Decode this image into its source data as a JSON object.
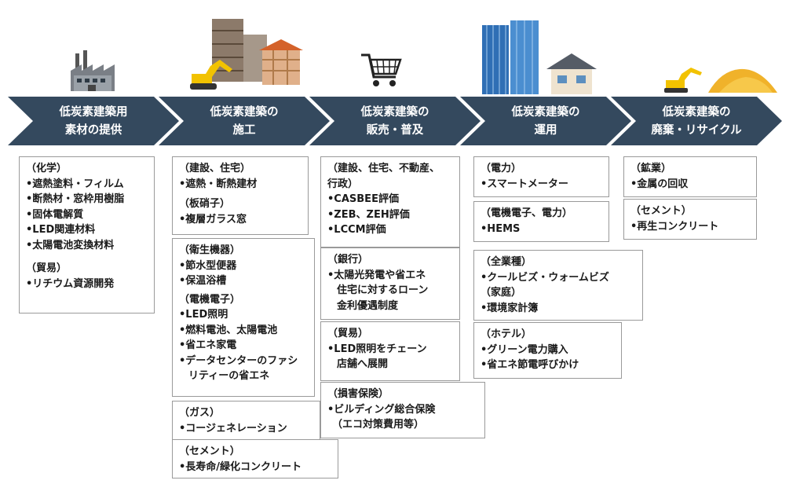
{
  "colors": {
    "arrow_fill": "#34495e",
    "arrow_text": "#ffffff",
    "box_border": "#9a9a9a"
  },
  "icons": [
    "factory-icon",
    "construction-site-icon",
    "shopping-cart-icon",
    "office-buildings-icon",
    "demolition-recycling-icon"
  ],
  "stages": [
    {
      "line1": "低炭素建築用",
      "line2": "素材の提供"
    },
    {
      "line1": "低炭素建築の",
      "line2": "施工"
    },
    {
      "line1": "低炭素建築の",
      "line2": "販売・普及"
    },
    {
      "line1": "低炭素建築の",
      "line2": "運用"
    },
    {
      "line1": "低炭素建築の",
      "line2": "廃棄・リサイクル"
    }
  ],
  "col1": {
    "b1": {
      "h1": "（化学）",
      "items1": [
        "•遮熱塗料・フィルム",
        "•断熱材・窓枠用樹脂",
        "•固体電解質",
        "•LED関連材料",
        "•太陽電池変換材料"
      ],
      "h2": "（貿易）",
      "items2": [
        "•リチウム資源開発"
      ]
    }
  },
  "col2": {
    "b1": {
      "h1": "（建設、住宅）",
      "items1": [
        "•遮熱・断熱建材"
      ],
      "h2": "（板硝子）",
      "items2": [
        "•複層ガラス窓"
      ]
    },
    "b2": {
      "h1": "（衛生機器）",
      "items1": [
        "•節水型便器",
        "•保温浴槽"
      ],
      "h2": "（電機電子）",
      "items2": [
        "•LED照明",
        "•燃料電池、太陽電池",
        "•省エネ家電",
        "•データセンターのファシ",
        "リティーの省エネ"
      ]
    },
    "b3": {
      "h1": "（ガス）",
      "items1": [
        "•コージェネレーション"
      ]
    },
    "b4": {
      "h1": "（セメント）",
      "items1": [
        "•長寿命/緑化コンクリート"
      ]
    }
  },
  "col3": {
    "b1": {
      "h1": "（建設、住宅、不動産、",
      "h1b": "行政）",
      "items1": [
        "•CASBEE評価",
        "•ZEB、ZEH評価",
        "•LCCM評価"
      ]
    },
    "b2": {
      "h1": "（銀行）",
      "items1": [
        "•太陽光発電や省エネ",
        "住宅に対するローン",
        "金利優遇制度"
      ]
    },
    "b3": {
      "h1": "（貿易）",
      "items1": [
        "•LED照明をチェーン",
        "店舗へ展開"
      ]
    },
    "b4": {
      "h1": "（損害保険）",
      "items1": [
        "•ビルディング総合保険",
        "（エコ対策費用等）"
      ]
    }
  },
  "col4": {
    "b1": {
      "h1": "（電力）",
      "items1": [
        "•スマートメーター"
      ]
    },
    "b2": {
      "h1": "（電機電子、電力）",
      "items1": [
        "•HEMS"
      ]
    },
    "b3": {
      "h1": "（全業種）",
      "items1": [
        "•クールビズ・ウォームビズ"
      ],
      "h2": "（家庭）",
      "items2": [
        "•環境家計簿"
      ]
    },
    "b4": {
      "h1": "（ホテル）",
      "items1": [
        "•グリーン電力購入",
        "•省エネ節電呼びかけ"
      ]
    }
  },
  "col5": {
    "b1": {
      "h1": "（鉱業）",
      "items1": [
        "•金属の回収"
      ]
    },
    "b2": {
      "h1": "（セメント）",
      "items1": [
        "•再生コンクリート"
      ]
    }
  }
}
